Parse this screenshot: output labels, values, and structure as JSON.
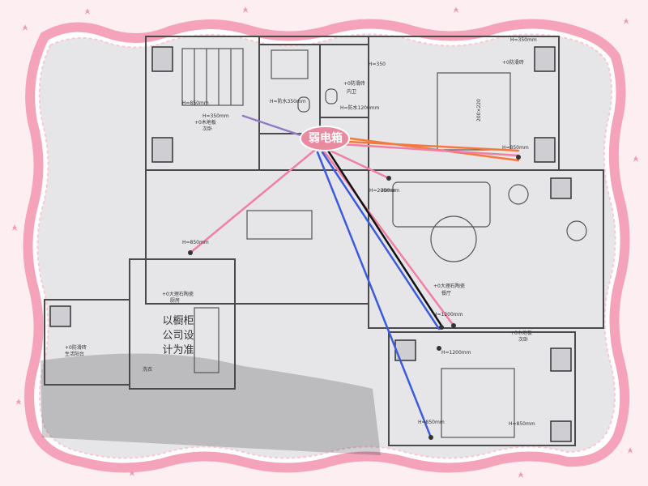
{
  "colors": {
    "frame": "#f5a3bb",
    "paper": "#e6e6e8",
    "wall": "#4a4a4a",
    "hub": "#e88aa0",
    "pink_line": "#ef7fa3",
    "blue_line": "#3b5bdb",
    "orange_line": "#f47a3c",
    "black_line": "#111111",
    "purple_line": "#8e7cc3",
    "star": "#f29bb3"
  },
  "hub_label": "弱电箱",
  "cabinet_note_lines": [
    "以橱柜",
    "公司设",
    "计为准"
  ],
  "bedroom_bed_size": "200×220",
  "annotations": {
    "t1": "H=850mm",
    "t2": "+0木地板",
    "t3": "次卧",
    "t4": "H=350mm",
    "t5": "H=防水350mm",
    "t6": "H=防水1200mm",
    "t7": "H=350",
    "t8": "+0防滑砖",
    "t9": "内卫",
    "t10": "H=350mm",
    "t11": "+0防滑砖",
    "t12": "H=850mm",
    "t13": "H=200mm",
    "t14": "H=850mm",
    "t15": "+0大理石陶瓷",
    "t16": "厨房",
    "t17": "+0防滑砖",
    "t18": "生活阳台",
    "t19": "洗衣",
    "t20": "+0大理石陶瓷",
    "t21": "餐厅",
    "t22": "H=1200mm",
    "t23": "H=1200mm",
    "t24": "+0木地板",
    "t25": "次卧",
    "t26": "H=850mm",
    "t27": "H=850mm",
    "t28": "200mm"
  }
}
